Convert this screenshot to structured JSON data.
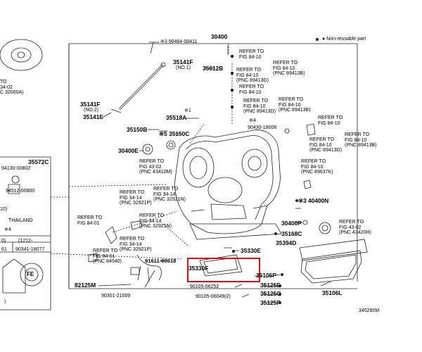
{
  "header": {
    "legend": "● Non-reusable part"
  },
  "left_panel": {
    "ref_32000a": "TO\n34-02\nC 32000A)",
    "part_35572c": "35572C",
    "part_94130": "94130-00802",
    "part_94512": "94512-00800",
    "note_10": "10)",
    "note_thailand": "THAILAND",
    "note_x4": "※4",
    "table_h1": "0)",
    "table_h2": "(1212-",
    "table_c1": "61",
    "table_c2": "90341-18077",
    "fe_text": "FE",
    "close_paren": ")"
  },
  "parts": {
    "p30400": "30400",
    "p90464": "※3 90464-00411",
    "p35141f_a": "35141F",
    "p35141f_a_no": "(NO.1)",
    "p35012b": "35012B",
    "p35141f_b": "35141F",
    "p35141f_b_no": "(NO.2)",
    "p35141e": "35141E",
    "p35518a_n": "※1",
    "p35518a": "35518A",
    "p35150b": "35150B",
    "p35150c": "※5 35150C",
    "p30400e": "30400E",
    "p90430_x4": "※4",
    "p90430": "90430-18008",
    "p40400n": "※3 40400N",
    "p40400p": "30400P",
    "p35168c": "35168C",
    "p35394d": "35394D",
    "p35330e": "35330E",
    "p91611": "91611-60618",
    "p35330f": "35330F",
    "p82125m": "82125M",
    "p90301": "90301-21009",
    "p90105a": "90105-06252",
    "p90105b": "90105-06049(2)",
    "p35106p": "35106P",
    "p35125e": "35125E",
    "p35125g": "35125G",
    "p35125f": "35125F",
    "p35106l": "35106L",
    "fig_code": "340280M"
  },
  "refs": {
    "r1": "REFER TO\nFIG 84-10",
    "r2": "REFER TO\nFIG 84-10\n(PNC 89413B)",
    "r3": "REFER TO\nFIG 84-10\n(PNC 89413D)",
    "r4": "REFER TO\nFIG 84-10",
    "r5": "REFER TO\nFIG 84-10\n(PNC 89413B)",
    "r6": "REFER TO\nFIG 84-10\n(PNC 89413D)",
    "r7": "REFER TO\nFIG 84-10",
    "r8": "REFER TO\nFIG 84-10\n(PNC 89413B)",
    "r9": "REFER TO\nFIG 84-10\n(PNC 89413D)",
    "r10": "REFER TO\nFIG 84-10\n(PNC 89637K)",
    "r11": "REFER TO\nFIG 43-02\n(PNC 43410M)",
    "r12": "REFER TO\nFIG 34-14\n(PNC 32921P)",
    "r13": "REFER TO\nFIG 34-14\n(PNC 32921N)",
    "r14": "REFER TO\nFIG 84-01",
    "r15": "REFER TO\nFIG 34-14\n(PNC 32921N)",
    "r16": "REFER TO\nFIG 34-14\n(PNC 32921P)",
    "r17": "REFER TO\nFIG 84-01\n(PNC 84540)",
    "r18": "REFER TO\nFIG 43-02\n(PNC 43420H)"
  },
  "colors": {
    "highlight": "#e01010",
    "line": "#222222"
  }
}
